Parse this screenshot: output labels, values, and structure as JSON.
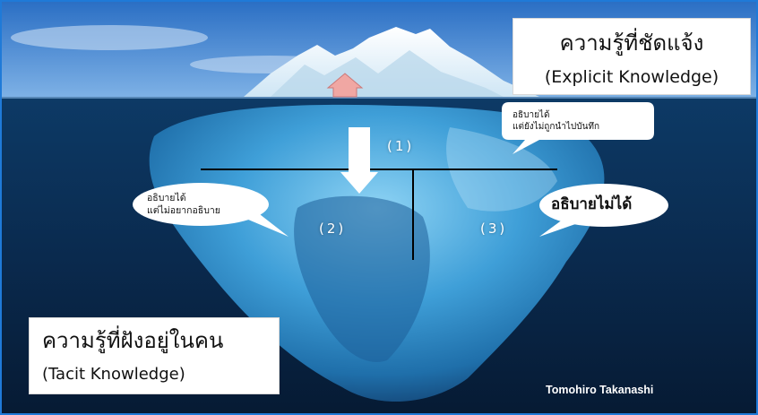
{
  "explicit": {
    "thai": "ความรู้ที่ชัดแจ้ง",
    "english": "(Explicit Knowledge)"
  },
  "tacit": {
    "thai": "ความรู้ที่ฝังอยู่ในคน",
    "english": "(Tacit Knowledge)"
  },
  "bubbles": {
    "top_right": {
      "line1": "อธิบายได้",
      "line2": "แต่ยังไม่ถูกนำไปบันทึก"
    },
    "left": {
      "line1": "อธิบายได้",
      "line2": "แต่ไม่อยากอธิบาย"
    },
    "right": {
      "text": "อธิบายไม่ได้"
    }
  },
  "zones": {
    "z1": "(1)",
    "z2": "(2)",
    "z3": "(3)"
  },
  "credit": "Tomohiro Takanashi",
  "colors": {
    "frame_border": "#1f7ad8",
    "sky_top": "#2b6fc4",
    "sea": "#0a2a4e",
    "ice_light": "#d9f0fb",
    "ice_deep": "#1f78b8",
    "up_arrow": "#f0a7a3",
    "down_arrow": "#ffffff"
  },
  "icons": {
    "up": "up-arrow-icon",
    "down": "down-arrow-icon"
  }
}
